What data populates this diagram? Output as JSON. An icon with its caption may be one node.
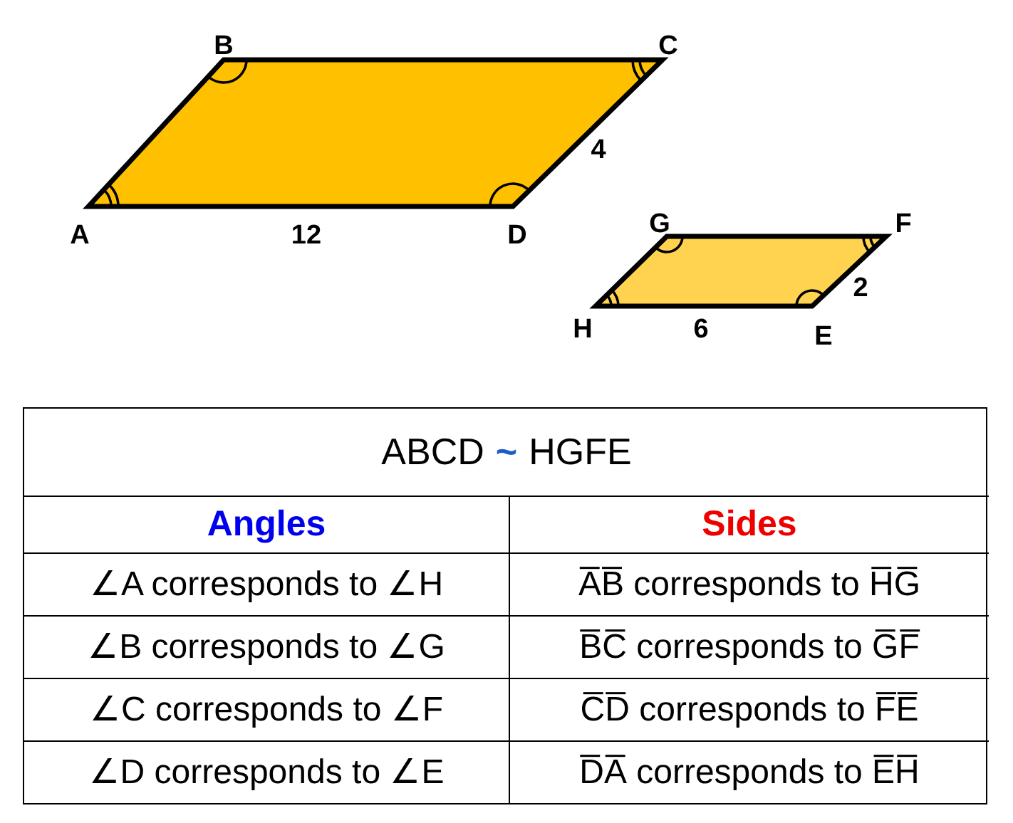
{
  "diagram": {
    "labels": [
      "B",
      "C",
      "4",
      "A",
      "12",
      "D",
      "G",
      "F",
      "2",
      "H",
      "6",
      "E",
      "ABCD",
      "~",
      "HGFE",
      "Angles",
      "Sides",
      "∠A corresponds to ∠H",
      "A̅B̅ corresponds to H̅G̅",
      "∠B corresponds to ∠G",
      "B̅C̅ corresponds to G̅F̅",
      "∠C corresponds to ∠F",
      "C̅D̅ corresponds to F̅E̅",
      "∠D corresponds to ∠E",
      "D̅A̅ corresponds to E̅H̅"
    ]
  }
}
